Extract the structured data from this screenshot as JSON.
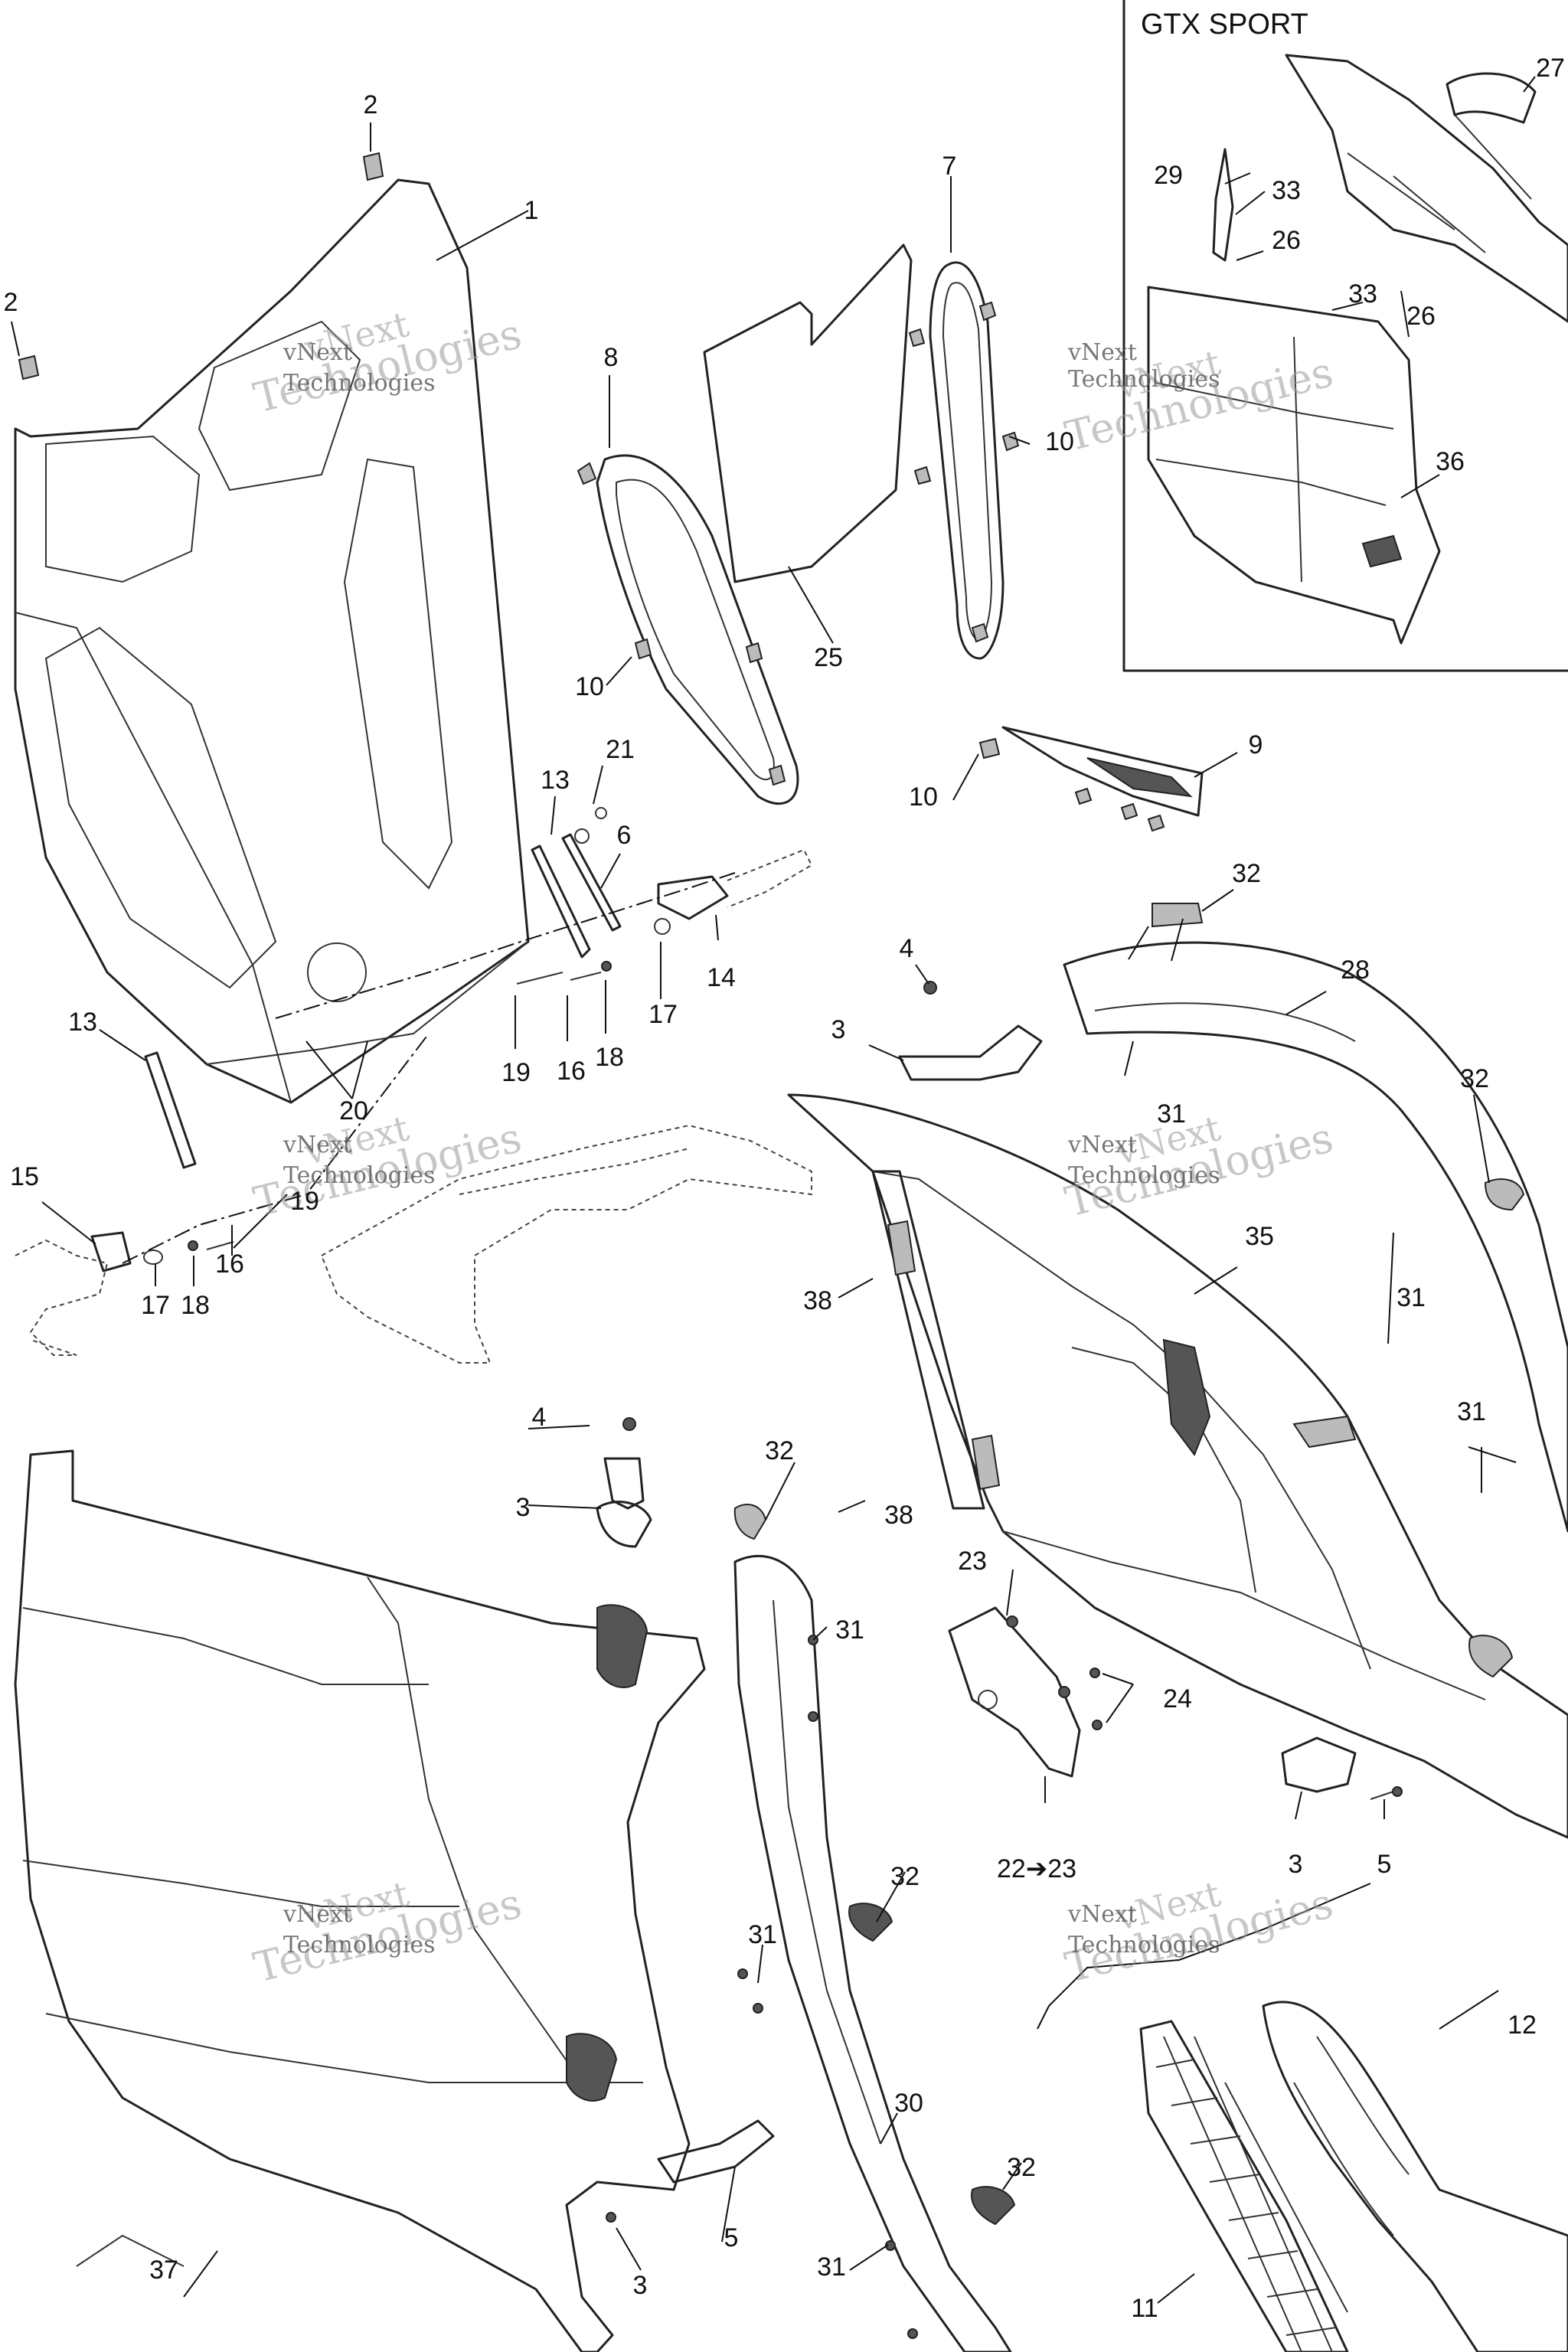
{
  "inset": {
    "title": "GTX SPORT"
  },
  "watermark": {
    "line1": "vNext",
    "line2": "Technologies"
  },
  "callouts": [
    {
      "id": "c-2a",
      "text": "2"
    },
    {
      "id": "c-2b",
      "text": "2"
    },
    {
      "id": "c-1",
      "text": "1"
    },
    {
      "id": "c-8",
      "text": "8"
    },
    {
      "id": "c-7",
      "text": "7"
    },
    {
      "id": "c-10a",
      "text": "10"
    },
    {
      "id": "c-10b",
      "text": "10"
    },
    {
      "id": "c-25",
      "text": "25"
    },
    {
      "id": "c-10c",
      "text": "10"
    },
    {
      "id": "c-9",
      "text": "9"
    },
    {
      "id": "c-21",
      "text": "21"
    },
    {
      "id": "c-13a",
      "text": "13"
    },
    {
      "id": "c-6",
      "text": "6"
    },
    {
      "id": "c-14",
      "text": "14"
    },
    {
      "id": "c-17a",
      "text": "17"
    },
    {
      "id": "c-19a",
      "text": "19"
    },
    {
      "id": "c-16a",
      "text": "16"
    },
    {
      "id": "c-18a",
      "text": "18"
    },
    {
      "id": "c-13b",
      "text": "13"
    },
    {
      "id": "c-20",
      "text": "20"
    },
    {
      "id": "c-15",
      "text": "15"
    },
    {
      "id": "c-19b",
      "text": "19"
    },
    {
      "id": "c-17b",
      "text": "17"
    },
    {
      "id": "c-18b",
      "text": "18"
    },
    {
      "id": "c-16b",
      "text": "16"
    },
    {
      "id": "c-4a",
      "text": "4"
    },
    {
      "id": "c-3a",
      "text": "3"
    },
    {
      "id": "c-32a",
      "text": "32"
    },
    {
      "id": "c-28",
      "text": "28"
    },
    {
      "id": "c-31a",
      "text": "31"
    },
    {
      "id": "c-32b",
      "text": "32"
    },
    {
      "id": "c-35",
      "text": "35"
    },
    {
      "id": "c-31b",
      "text": "31"
    },
    {
      "id": "c-38a",
      "text": "38"
    },
    {
      "id": "c-31c",
      "text": "31"
    },
    {
      "id": "c-38b",
      "text": "38"
    },
    {
      "id": "c-4b",
      "text": "4"
    },
    {
      "id": "c-3b",
      "text": "3"
    },
    {
      "id": "c-32c",
      "text": "32"
    },
    {
      "id": "c-31d",
      "text": "31"
    },
    {
      "id": "c-23",
      "text": "23"
    },
    {
      "id": "c-24",
      "text": "24"
    },
    {
      "id": "c-22",
      "text": "22➔23"
    },
    {
      "id": "c-3c",
      "text": "3"
    },
    {
      "id": "c-5a",
      "text": "5"
    },
    {
      "id": "c-32d",
      "text": "32"
    },
    {
      "id": "c-12",
      "text": "12"
    },
    {
      "id": "c-31e",
      "text": "31"
    },
    {
      "id": "c-30",
      "text": "30"
    },
    {
      "id": "c-32e",
      "text": "32"
    },
    {
      "id": "c-5b",
      "text": "5"
    },
    {
      "id": "c-37",
      "text": "37"
    },
    {
      "id": "c-3d",
      "text": "3"
    },
    {
      "id": "c-31f",
      "text": "31"
    },
    {
      "id": "c-11",
      "text": "11"
    },
    {
      "id": "c-27",
      "text": "27"
    },
    {
      "id": "c-29",
      "text": "29"
    },
    {
      "id": "c-33a",
      "text": "33"
    },
    {
      "id": "c-26a",
      "text": "26"
    },
    {
      "id": "c-33b",
      "text": "33"
    },
    {
      "id": "c-26b",
      "text": "26"
    },
    {
      "id": "c-36",
      "text": "36"
    }
  ]
}
